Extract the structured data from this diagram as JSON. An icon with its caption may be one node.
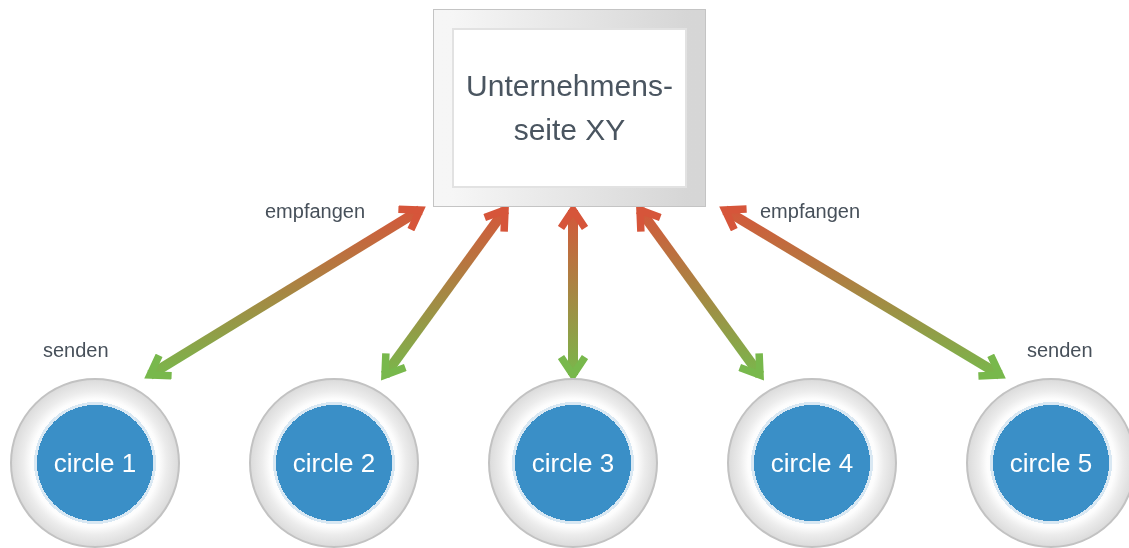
{
  "diagram": {
    "nodes": [
      {
        "text": [
          "Unternehmens- seite XY"
        ]
      },
      {
        "text": [
          "circle 1"
        ]
      },
      {
        "text": [
          "circle 2"
        ]
      },
      {
        "text": [
          "circle 3"
        ]
      },
      {
        "text": [
          "circle 4"
        ]
      },
      {
        "text": [
          "circle 5"
        ]
      }
    ],
    "edges": [
      {
        "from": 1,
        "to": 0,
        "arrow": "both"
      },
      {
        "from": 2,
        "to": 0,
        "arrow": "both"
      },
      {
        "from": 3,
        "to": 0,
        "arrow": "both"
      },
      {
        "from": 4,
        "to": 0,
        "arrow": "both"
      },
      {
        "from": 5,
        "to": 0,
        "arrow": "both"
      }
    ],
    "labels": [
      "empfangen",
      "empfangen",
      "senden",
      "senden"
    ]
  }
}
